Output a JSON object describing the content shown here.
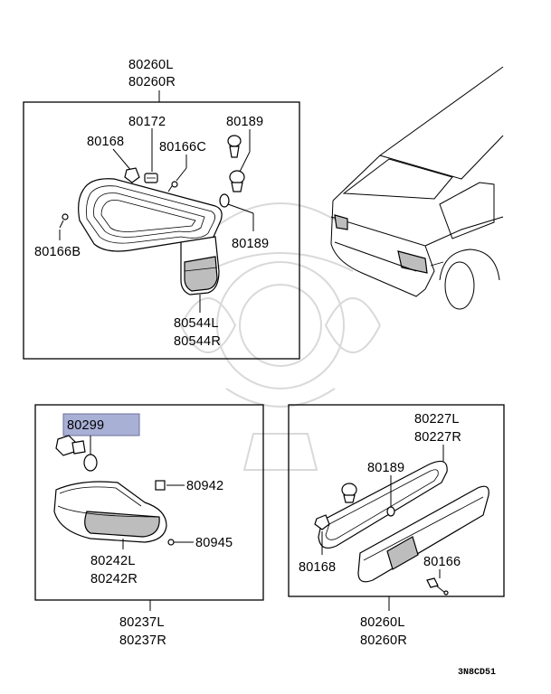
{
  "diagram": {
    "labels": {
      "lamp_assy_l": "80260L",
      "lamp_assy_r": "80260R",
      "p80172": "80172",
      "p80189_top": "80189",
      "p80168_top": "80168",
      "p80166c": "80166C",
      "p80166b": "80166B",
      "p80189_mid": "80189",
      "p80544l": "80544L",
      "p80544r": "80544R",
      "p80299": "80299",
      "p80942": "80942",
      "p80945": "80945",
      "p80242l": "80242L",
      "p80242r": "80242R",
      "p80237l": "80237L",
      "p80237r": "80237R",
      "p80227l": "80227L",
      "p80227r": "80227R",
      "p80189_bot": "80189",
      "p80168_bot": "80168",
      "p80166_bot": "80166",
      "lamp_assy_l_bot": "80260L",
      "lamp_assy_r_bot": "80260R",
      "diagram_code": "3N8CD51"
    },
    "colors": {
      "highlight_fill": "#a9b0d6",
      "highlight_stroke": "#6a6f9a",
      "line": "#000000",
      "shade": "#bdbdbd"
    }
  }
}
